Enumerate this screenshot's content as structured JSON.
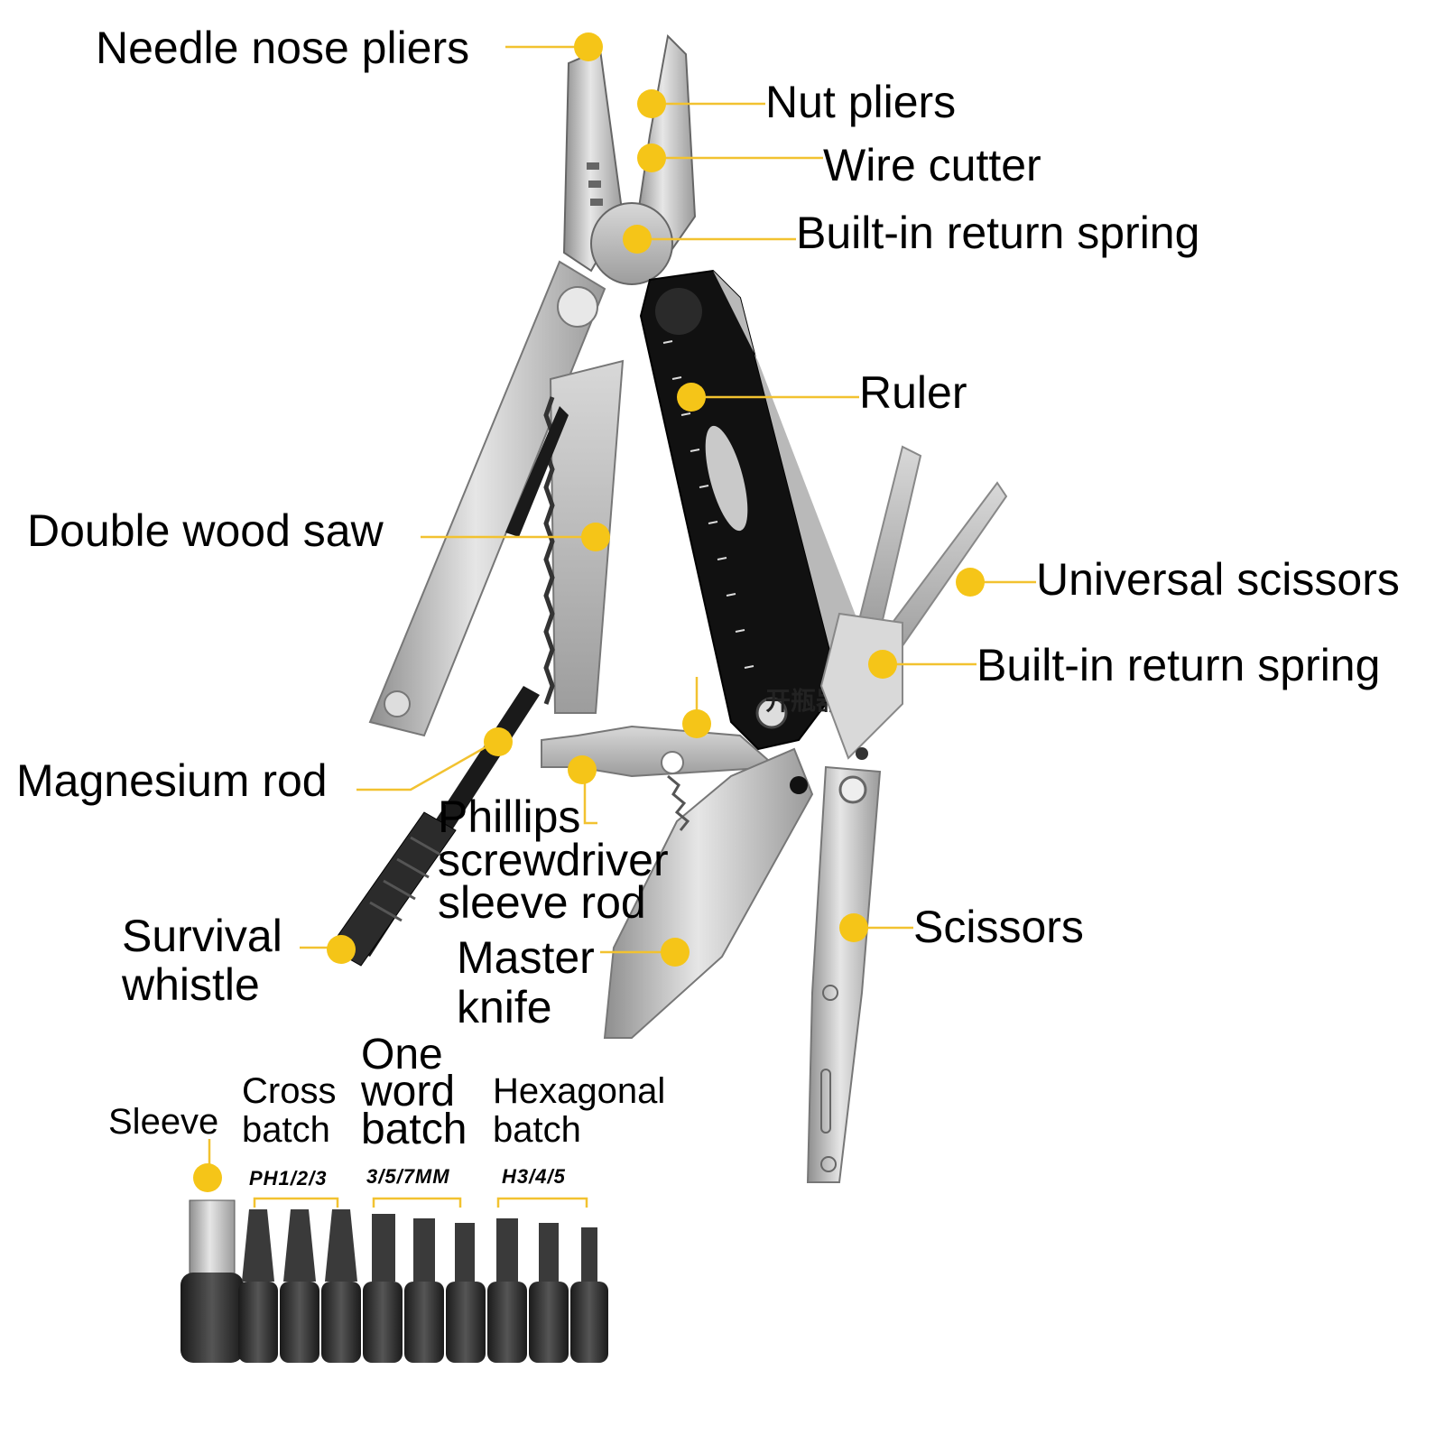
{
  "labels": {
    "needle_nose_pliers": "Needle nose pliers",
    "nut_pliers": "Nut pliers",
    "wire_cutter": "Wire cutter",
    "return_spring_top": "Built-in return spring",
    "ruler": "Ruler",
    "double_wood_saw": "Double wood saw",
    "universal_scissors": "Universal scissors",
    "return_spring_scissors": "Built-in return spring",
    "magnesium_rod": "Magnesium rod",
    "phillips_screwdriver": [
      "Phillips",
      "screwdriver",
      "sleeve rod"
    ],
    "scissors": "Scissors",
    "survival_whistle": [
      "Survival",
      "whistle"
    ],
    "master_knife": [
      "Master",
      "knife"
    ],
    "sleeve": "Sleeve",
    "cross_batch": [
      "Cross",
      "batch"
    ],
    "one_word_batch": [
      "One",
      "word",
      "batch"
    ],
    "hexagonal_batch": [
      "Hexagonal",
      "batch"
    ]
  },
  "bit_codes": {
    "cross": "PH1/2/3",
    "slot": "3/5/7MM",
    "hex": "H3/4/5"
  },
  "handle_engraving": "开瓶器",
  "colors": {
    "marker": "#f5c518",
    "leader_line": "#f2c230",
    "steel": "#c9c9c9",
    "black_handle": "#111111"
  }
}
